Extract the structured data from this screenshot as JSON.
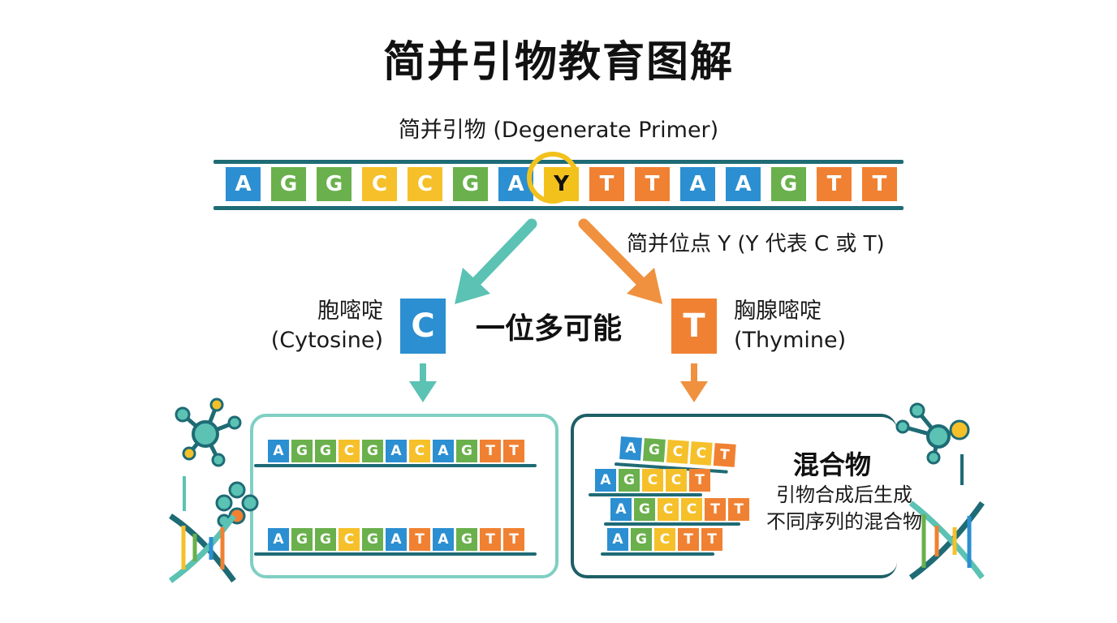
{
  "title": "简并引物教育图解",
  "primer_label": "简并引物 (Degenerate Primer)",
  "primer_sequence": [
    "A",
    "G",
    "G",
    "C",
    "C",
    "G",
    "A",
    "Y",
    "T",
    "T",
    "A",
    "A",
    "G",
    "T",
    "T"
  ],
  "degenerate_index": 7,
  "degenerate_site_label": "简并位点 Y (Y 代表 C 或 T)",
  "center_label": "一位多可能",
  "option_c": {
    "letter": "C",
    "name_cn": "胞嘧啶",
    "name_en": "(Cytosine)"
  },
  "option_t": {
    "letter": "T",
    "name_cn": "胸腺嘧啶",
    "name_en": "(Thymine)"
  },
  "left_panel": {
    "sequences": [
      [
        "A",
        "G",
        "G",
        "C",
        "G",
        "A",
        "C",
        "A",
        "G",
        "T",
        "T"
      ],
      [
        "A",
        "G",
        "G",
        "C",
        "G",
        "A",
        "T",
        "A",
        "G",
        "T",
        "T"
      ]
    ]
  },
  "right_panel": {
    "sequences": [
      [
        "A",
        "G",
        "C",
        "C",
        "T"
      ],
      [
        "A",
        "G",
        "C",
        "C",
        "T"
      ],
      [
        "A",
        "G",
        "C",
        "C",
        "T",
        "T"
      ],
      [
        "A",
        "G",
        "C",
        "T",
        "T"
      ]
    ],
    "title": "混合物",
    "desc_line1": "引物合成后生成",
    "desc_line2": "不同序列的混合物"
  },
  "colors": {
    "A": "#2b8fd1",
    "G": "#6ab04c",
    "C": "#f5c02a",
    "T": "#f08132",
    "Y": "#f2c11c",
    "C_option": "#2b8fd1",
    "T_option": "#f08132",
    "rail": "#1e6b75",
    "teal_arrow": "#5bc2b4",
    "orange_arrow": "#f0913f",
    "left_panel_border": "#7fcfc4",
    "right_panel_border": "#1e5f66"
  }
}
